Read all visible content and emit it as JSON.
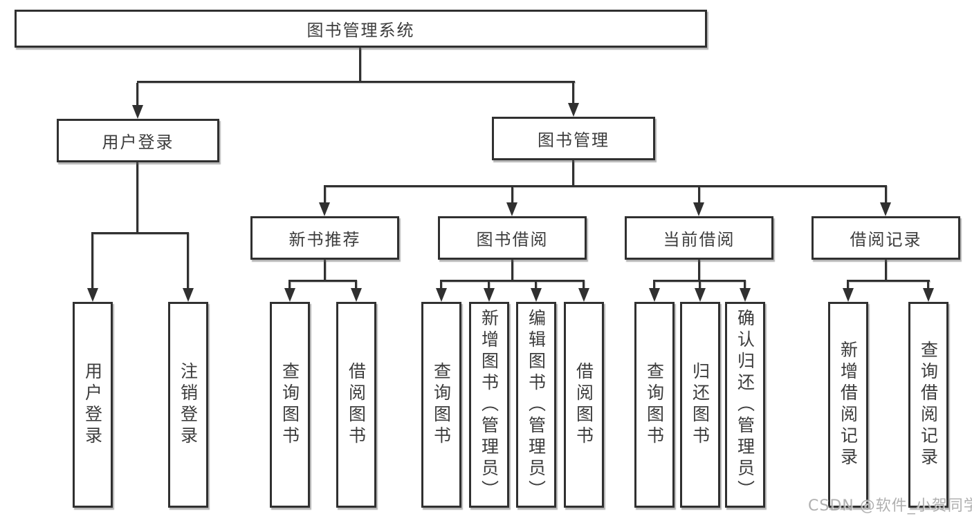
{
  "colors": {
    "line": "#303030",
    "text": "#3c3c3c",
    "background": "#ffffff",
    "watermark": "#a8a8a8"
  },
  "tree": {
    "root": {
      "label": "图书管理系统"
    },
    "user_login": {
      "label": "用户登录",
      "children": [
        {
          "label": "用户登录"
        },
        {
          "label": "注销登录"
        }
      ]
    },
    "book_management": {
      "label": "图书管理",
      "sections": [
        {
          "label": "新书推荐",
          "children": [
            {
              "label": "查询图书"
            },
            {
              "label": "借阅图书"
            }
          ]
        },
        {
          "label": "图书借阅",
          "children": [
            {
              "label": "查询图书"
            },
            {
              "label": "新增图书（管理员）"
            },
            {
              "label": "编辑图书（管理员）"
            },
            {
              "label": "借阅图书"
            }
          ]
        },
        {
          "label": "当前借阅",
          "children": [
            {
              "label": "查询图书"
            },
            {
              "label": "归还图书"
            },
            {
              "label": "确认归还（管理员）"
            }
          ]
        },
        {
          "label": "借阅记录",
          "children": [
            {
              "label": "新增借阅记录"
            },
            {
              "label": "查询借阅记录"
            }
          ]
        }
      ]
    }
  },
  "watermark": {
    "text": "CSDN @软件_小贺同学"
  }
}
